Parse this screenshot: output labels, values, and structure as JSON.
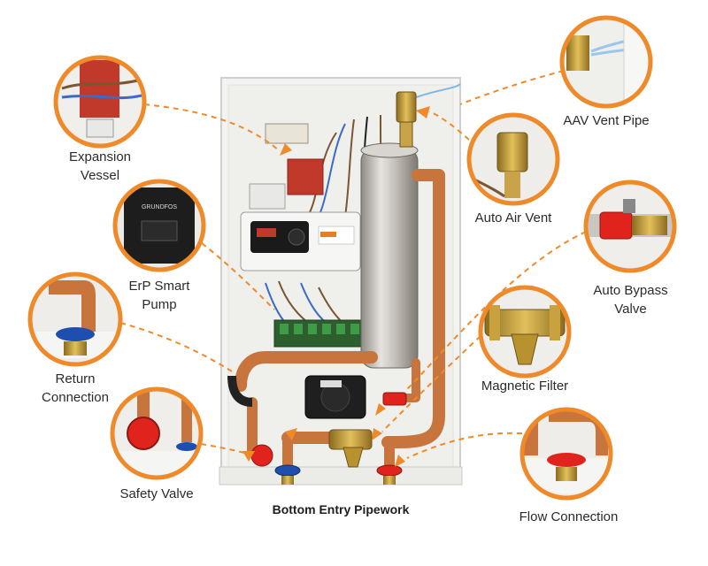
{
  "caption": "Bottom Entry Pipework",
  "callouts": {
    "expansion_vessel": [
      "Expansion",
      "Vessel"
    ],
    "erp_smart_pump": [
      "ErP Smart",
      "Pump"
    ],
    "return_connection": [
      "Return",
      "Connection"
    ],
    "safety_valve": [
      "Safety Valve"
    ],
    "aav_vent_pipe": [
      "AAV Vent Pipe"
    ],
    "auto_air_vent": [
      "Auto Air Vent"
    ],
    "auto_bypass_valve": [
      "Auto Bypass",
      "Valve"
    ],
    "magnetic_filter": [
      "Magnetic Filter"
    ],
    "flow_connection": [
      "Flow Connection"
    ]
  },
  "colors": {
    "callout_ring": "#ef8a2a",
    "leader_line": "#ef8a2a",
    "copper": "#c8753d",
    "cabinet": "#f2f2f0",
    "vessel": "#c9c7c2",
    "red_cap": "#e0231c",
    "blue_cap": "#1f4fae",
    "text": "#2b2b2b"
  },
  "pump_brand_text": "GRUNDFOS"
}
